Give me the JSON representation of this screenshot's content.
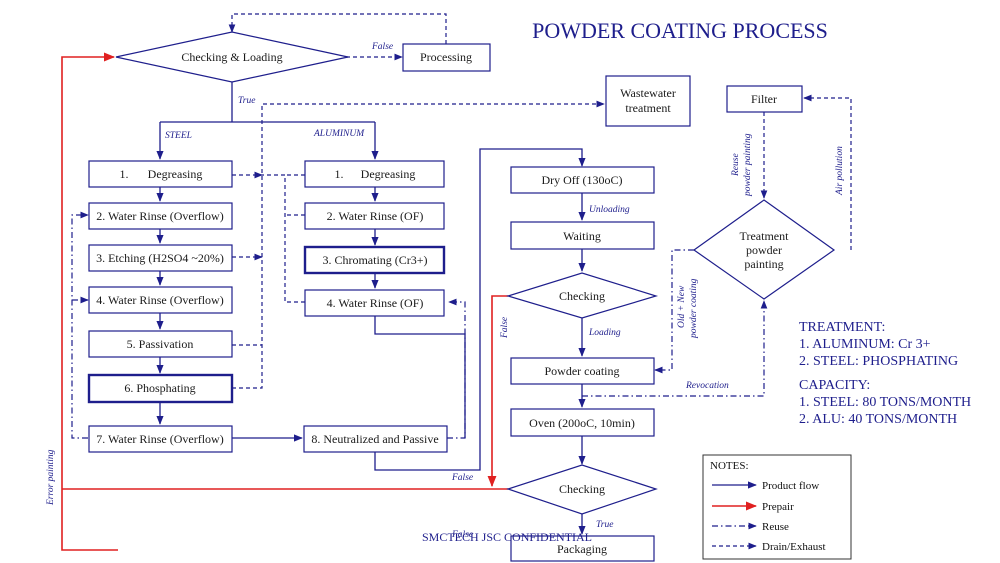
{
  "title": "POWDER COATING PROCESS",
  "confidential": "SMCTECH JSC CONFIDENTIAL",
  "nodes": {
    "checking_loading": "Checking & Loading",
    "processing": "Processing",
    "wastewater_1": "Wastewater",
    "wastewater_2": "treatment",
    "filter": "Filter",
    "steel_degreasing_num": "1.",
    "steel_degreasing": "Degreasing",
    "steel_rinse_1": "2. Water Rinse (Overflow)",
    "steel_etching": "3. Etching (H2SO4 ~20%)",
    "steel_rinse_2": "4. Water Rinse (Overflow)",
    "steel_passivation": "5. Passivation",
    "steel_phosphating": "6. Phosphating",
    "steel_rinse_3": "7. Water Rinse (Overflow)",
    "alu_degreasing_num": "1.",
    "alu_degreasing": "Degreasing",
    "alu_rinse_1": "2. Water Rinse (OF)",
    "alu_chromating": "3. Chromating (Cr3+)",
    "alu_rinse_2": "4. Water Rinse (OF)",
    "neutralized": "8. Neutralized and Passive",
    "dry_off": "Dry Off (130oC)",
    "waiting": "Waiting",
    "checking_1": "Checking",
    "powder_coating": "Powder coating",
    "oven": "Oven (200oC, 10min)",
    "checking_2": "Checking",
    "packaging": "Packaging",
    "treatment_1": "Treatment",
    "treatment_2": "powder",
    "treatment_3": "painting"
  },
  "tags": {
    "false_top": "False",
    "true_top": "True",
    "steel": "STEEL",
    "aluminum": "ALUMINUM",
    "unloading": "Unloading",
    "loading": "Loading",
    "false_mid": "False",
    "false_low": "False",
    "true_low": "True",
    "false_pack": "False",
    "error_painting": "Error painting",
    "reuse_1": "Reuse",
    "reuse_2": "powder painting",
    "air_pollution": "Air pollution",
    "old_new_1": "Old + New",
    "old_new_2": "powder coating",
    "revocation": "Revocation"
  },
  "info": {
    "treatment_header": "TREATMENT:",
    "treatment_1": "1. ALUMINUM: Cr 3+",
    "treatment_2": "2. STEEL: PHOSPHATING",
    "capacity_header": "CAPACITY:",
    "capacity_1": "1. STEEL: 80 TONS/MONTH",
    "capacity_2": "2. ALU: 40 TONS/MONTH"
  },
  "legend": {
    "header": "NOTES:",
    "items": [
      "Product flow",
      "Prepair",
      "Reuse",
      "Drain/Exhaust"
    ]
  },
  "colors": {
    "primary": "#1e1e8c",
    "repair": "#e02020"
  }
}
